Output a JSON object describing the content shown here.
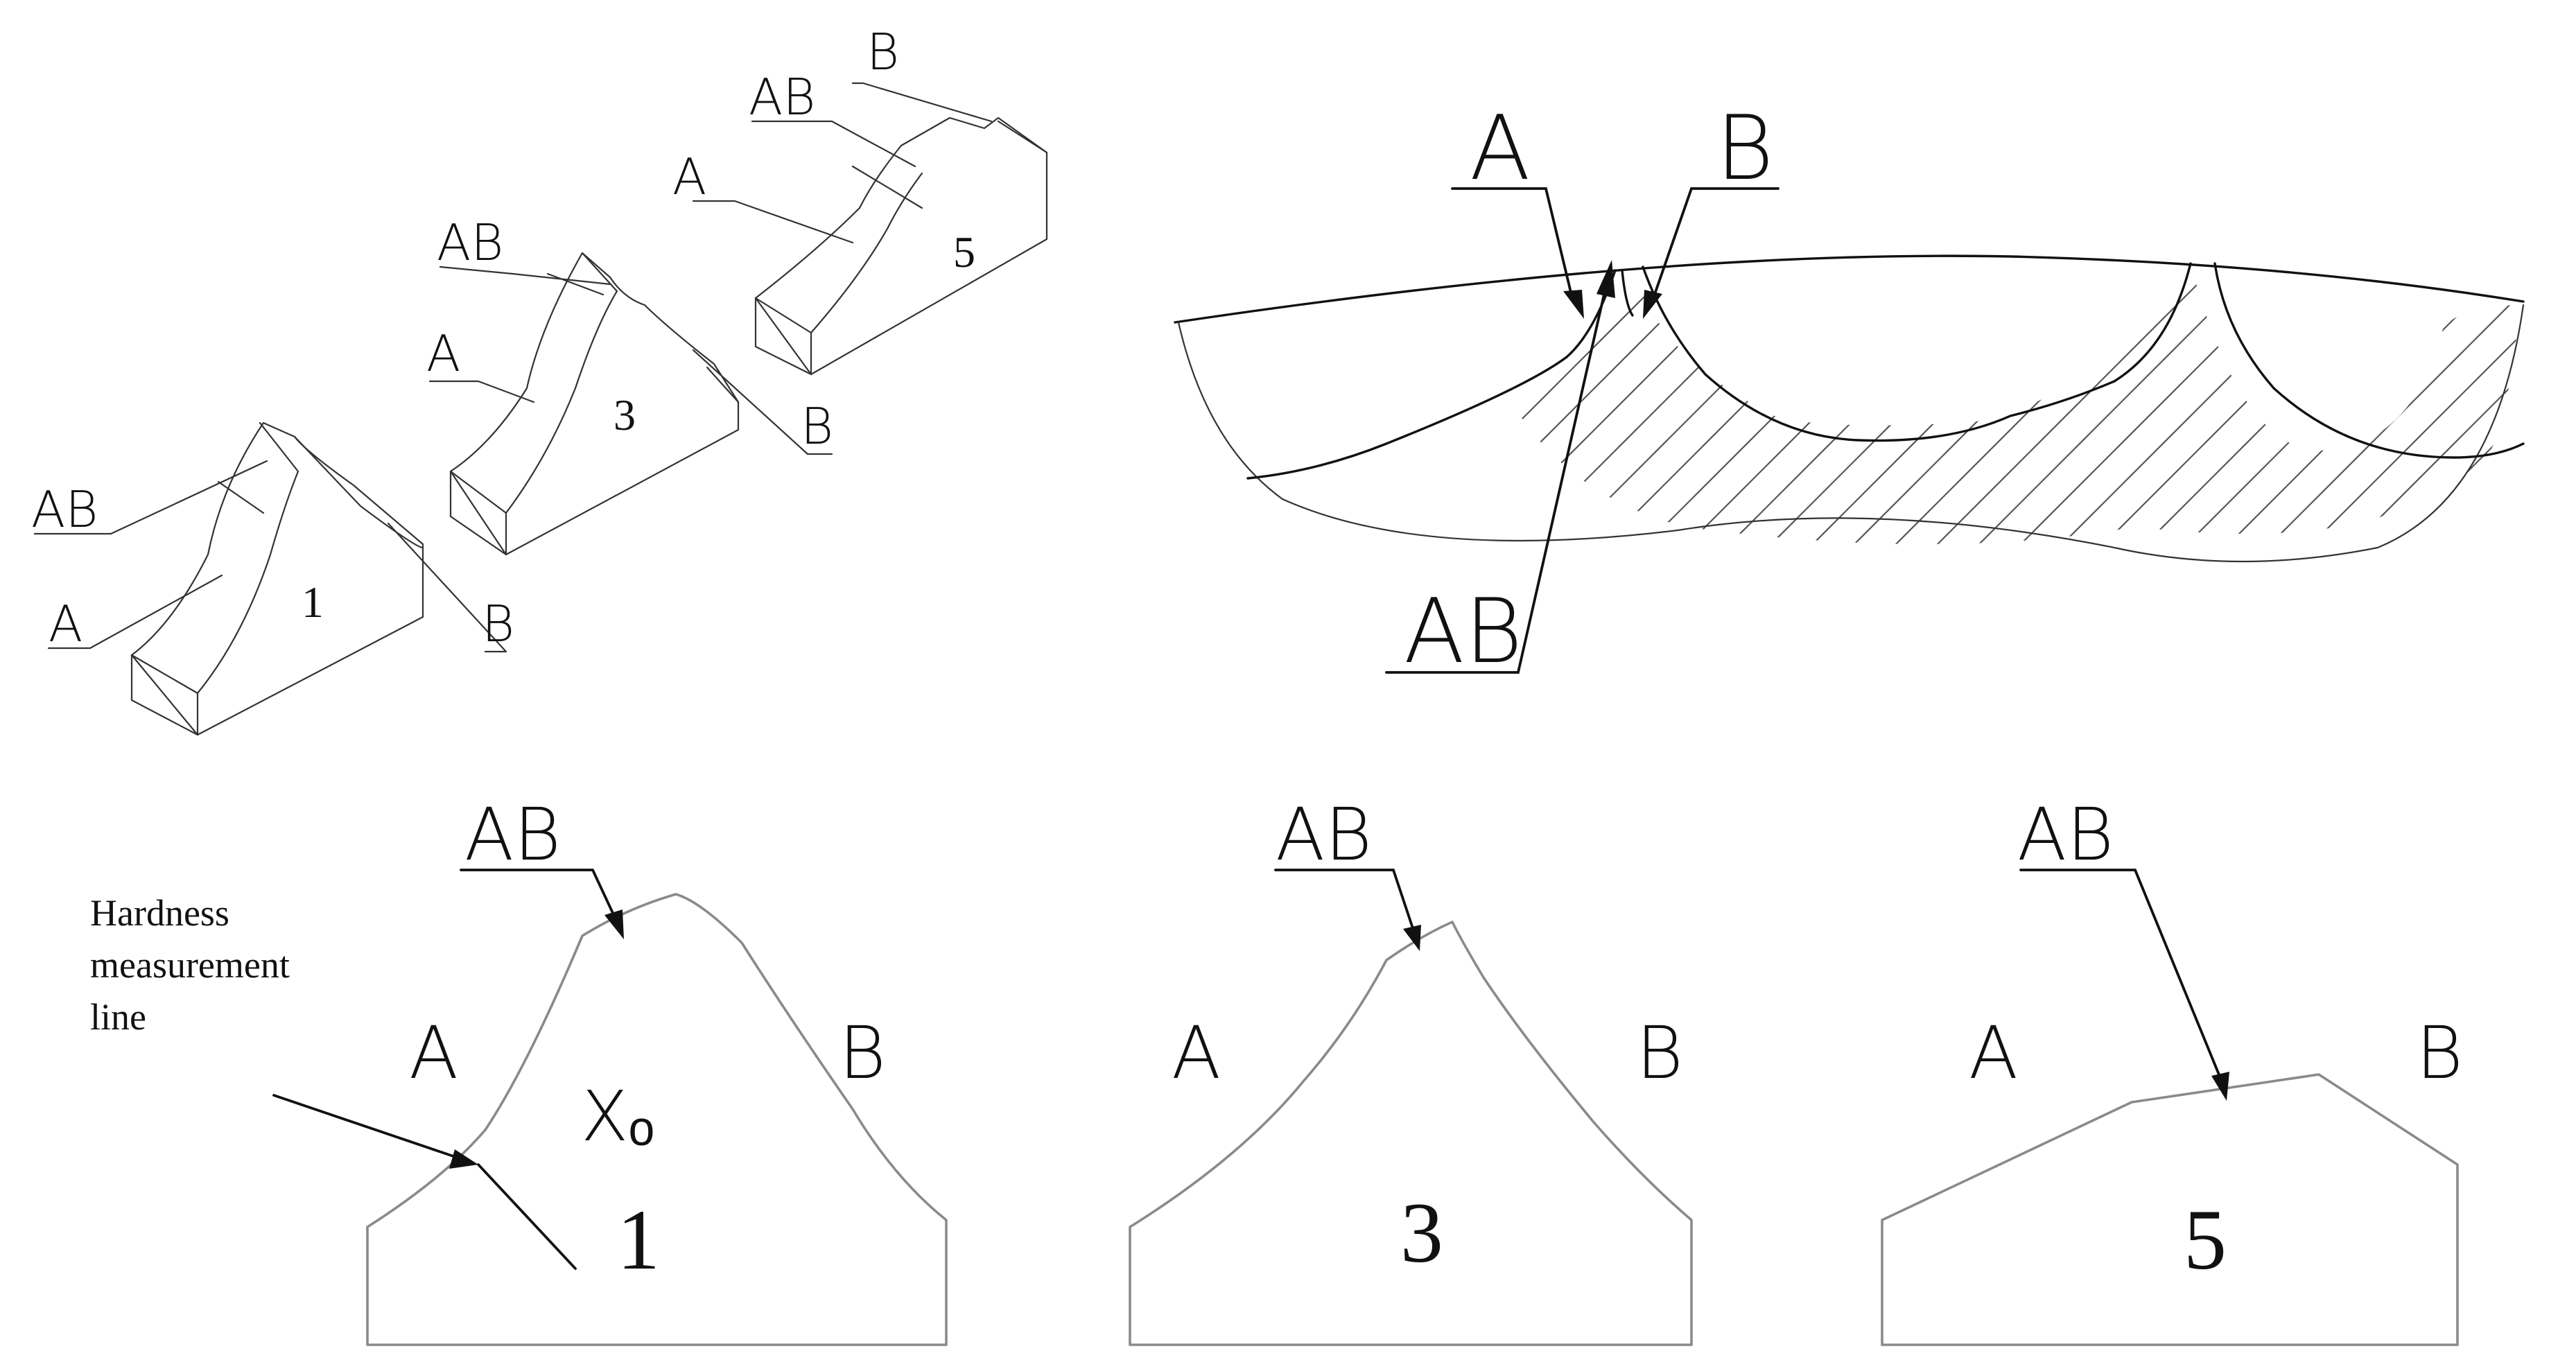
{
  "labels": {
    "A": "A",
    "B": "B",
    "AB": "AB"
  },
  "specimens": {
    "s1": "1",
    "s3": "3",
    "s5": "5"
  },
  "hardness_note": {
    "line1": "Hardness",
    "line2": "measurement",
    "line3": "line"
  },
  "origin_marker": "Xₒ"
}
